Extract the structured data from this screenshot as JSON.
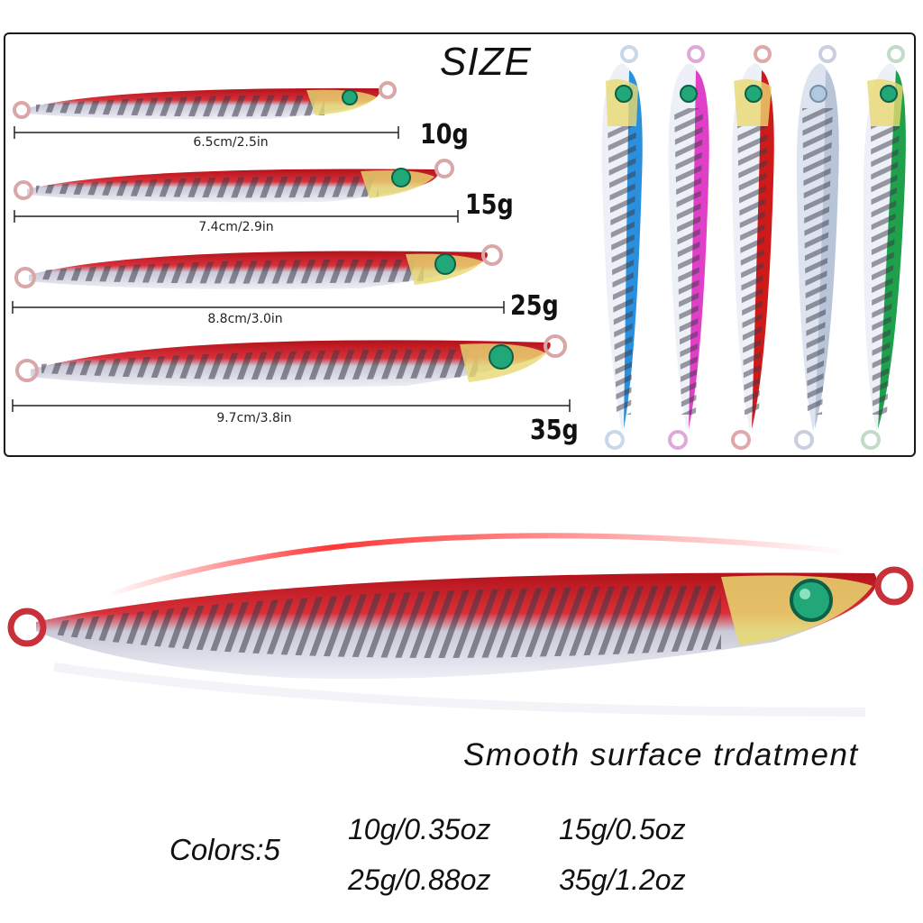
{
  "size_section": {
    "title": "SIZE",
    "lures": [
      {
        "length": "6.5cm/2.5in",
        "weight": "10g"
      },
      {
        "length": "7.4cm/2.9in",
        "weight": "15g"
      },
      {
        "length": "8.8cm/3.0in",
        "weight": "25g"
      },
      {
        "length": "9.7cm/3.8in",
        "weight": "35g"
      }
    ]
  },
  "color_variants": [
    "blue",
    "pink",
    "red",
    "silver",
    "green"
  ],
  "variant_colors": {
    "blue": "#2a8fdc",
    "pink": "#e040c8",
    "red": "#d01a1a",
    "silver": "#b8c4d8",
    "green": "#1fa04a"
  },
  "hero": {
    "tagline": "Smooth surface trdatment"
  },
  "specs": {
    "colors": "Colors:5",
    "weights": [
      "10g/0.35oz",
      "15g/0.5oz",
      "25g/0.88oz",
      "35g/1.2oz"
    ]
  }
}
